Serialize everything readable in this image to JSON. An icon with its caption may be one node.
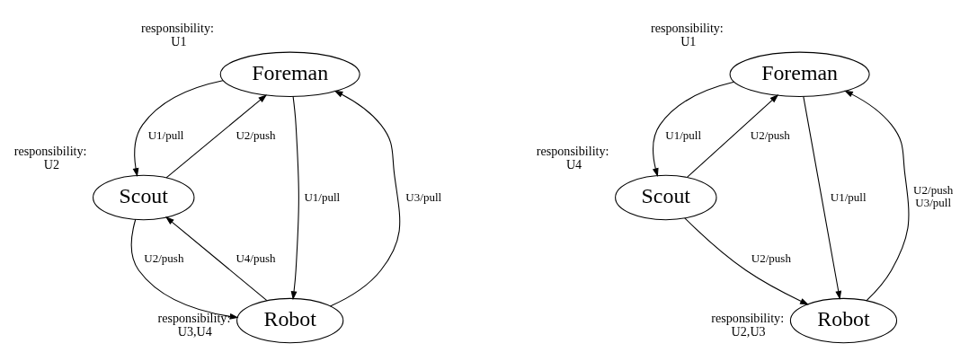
{
  "diagram": {
    "nodes": [
      {
        "text": [
          "Foreman"
        ],
        "beside": [
          "responsibility: U1"
        ]
      },
      {
        "text": [
          "Scout"
        ],
        "beside": [
          "responsibility: U2"
        ]
      },
      {
        "text": [
          "Robot"
        ],
        "beside": [
          "responsibility: U3,U4"
        ]
      },
      {
        "text": [
          "Foreman"
        ],
        "beside": [
          "responsibility: U1"
        ]
      },
      {
        "text": [
          "Scout"
        ],
        "beside": [
          "responsibility: U4"
        ]
      },
      {
        "text": [
          "Robot"
        ],
        "beside": [
          "responsibility: U2,U3"
        ]
      }
    ],
    "edges": [
      {
        "from": 1,
        "to": 0,
        "arrow": "to",
        "label": "U2/push"
      },
      {
        "from": 0,
        "to": 1,
        "arrow": "to",
        "label": "U1/pull"
      },
      {
        "from": 2,
        "to": 0,
        "arrow": "to",
        "label": "U3/pull"
      },
      {
        "from": 0,
        "to": 2,
        "arrow": "to",
        "label": "U1/pull"
      },
      {
        "from": 2,
        "to": 1,
        "arrow": "to",
        "label": "U4/push"
      },
      {
        "from": 1,
        "to": 2,
        "arrow": "to",
        "label": "U2/push"
      },
      {
        "from": 4,
        "to": 3,
        "arrow": "to",
        "label": "U2/push"
      },
      {
        "from": 3,
        "to": 4,
        "arrow": "to",
        "label": "U1/pull"
      },
      {
        "from": 5,
        "to": 3,
        "arrow": "to",
        "label": "U2/push U3/pull"
      },
      {
        "from": 3,
        "to": 5,
        "arrow": "to",
        "label": "U1/pull"
      },
      {
        "from": 4,
        "to": 5,
        "arrow": "to",
        "label": "U2/push"
      }
    ]
  }
}
